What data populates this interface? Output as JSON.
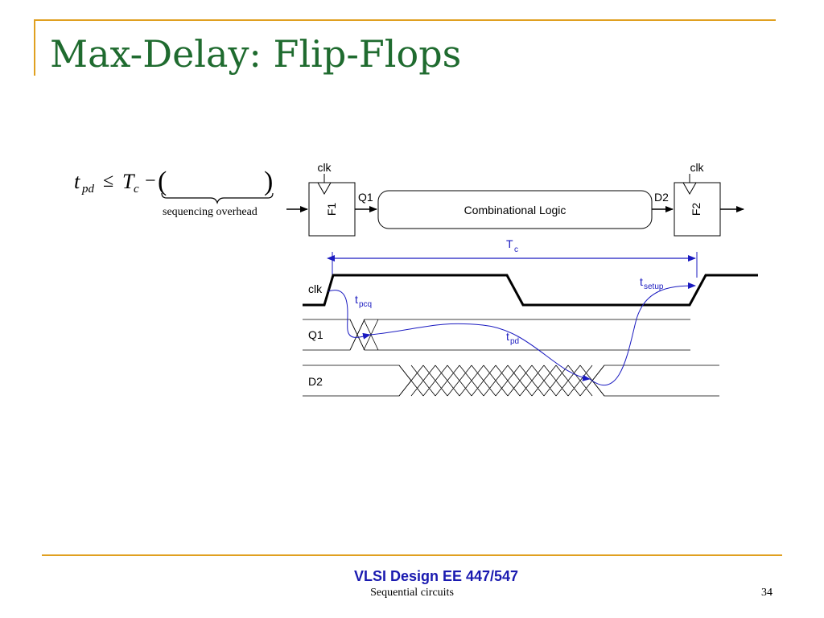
{
  "slide": {
    "title": "Max-Delay: Flip-Flops",
    "footer": {
      "course": "VLSI Design EE 447/547",
      "topic": "Sequential circuits",
      "page": "34"
    }
  },
  "equation": {
    "t": "t",
    "t_sub": "pd",
    "le": "≤",
    "T": "T",
    "T_sub": "c",
    "minus": "−",
    "lparen": "(",
    "rparen": ")",
    "brace_label": "sequencing overhead"
  },
  "circuit": {
    "clk_left": "clk",
    "clk_right": "clk",
    "ff1": "F1",
    "ff2": "F2",
    "q1": "Q1",
    "d2": "D2",
    "logic": "Combinational Logic"
  },
  "timing": {
    "period_main": "T",
    "period_sub": "c",
    "sig_clk": "clk",
    "sig_q1": "Q1",
    "sig_d2": "D2",
    "tpcq_main": "t",
    "tpcq_sub": "pcq",
    "tpd_main": "t",
    "tpd_sub": "pd",
    "tsetup_main": "t",
    "tsetup_sub": "setup"
  },
  "colors": {
    "title": "#1f6b2f",
    "accent_rule": "#e0a020",
    "annotation": "#1a1ac0"
  }
}
